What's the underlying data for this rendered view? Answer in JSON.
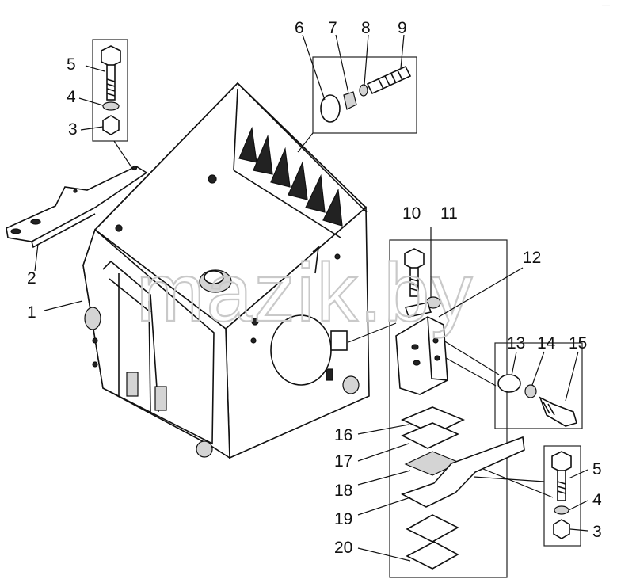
{
  "watermark": "mazik.by",
  "corner_mark": "—",
  "callouts": [
    {
      "id": "c5a",
      "text": "5"
    },
    {
      "id": "c4a",
      "text": "4"
    },
    {
      "id": "c3a",
      "text": "3"
    },
    {
      "id": "c2",
      "text": "2"
    },
    {
      "id": "c1",
      "text": "1"
    },
    {
      "id": "c6",
      "text": "6"
    },
    {
      "id": "c7",
      "text": "7"
    },
    {
      "id": "c8",
      "text": "8"
    },
    {
      "id": "c9",
      "text": "9"
    },
    {
      "id": "c10",
      "text": "10"
    },
    {
      "id": "c11",
      "text": "11"
    },
    {
      "id": "c12",
      "text": "12"
    },
    {
      "id": "c13",
      "text": "13"
    },
    {
      "id": "c14",
      "text": "14"
    },
    {
      "id": "c15",
      "text": "15"
    },
    {
      "id": "c16",
      "text": "16"
    },
    {
      "id": "c17",
      "text": "17"
    },
    {
      "id": "c18",
      "text": "18"
    },
    {
      "id": "c19",
      "text": "19"
    },
    {
      "id": "c20",
      "text": "20"
    },
    {
      "id": "c5b",
      "text": "5"
    },
    {
      "id": "c4b",
      "text": "4"
    },
    {
      "id": "c3b",
      "text": "3"
    }
  ]
}
